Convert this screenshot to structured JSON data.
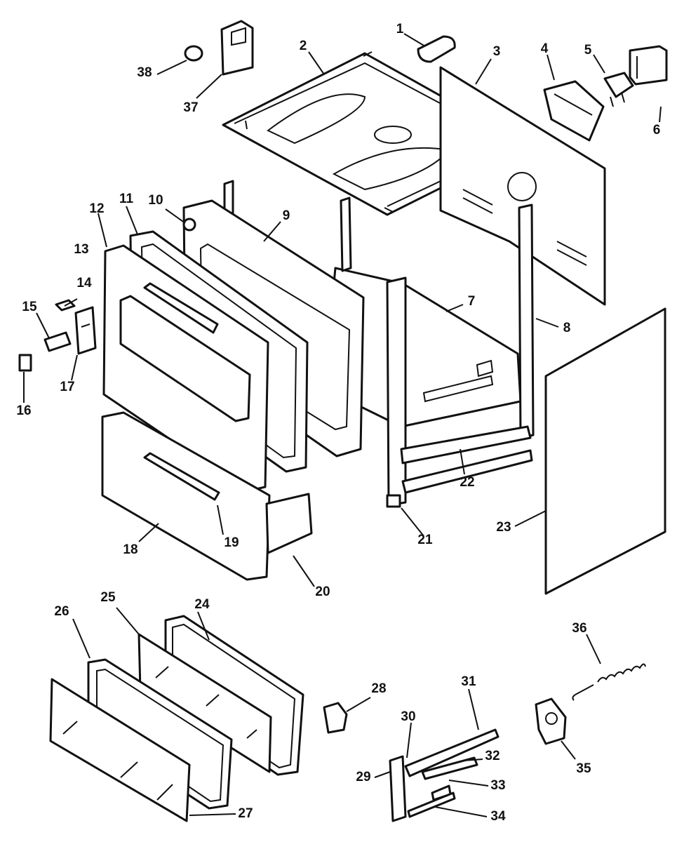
{
  "callouts": [
    {
      "id": 1,
      "label": "1"
    },
    {
      "id": 2,
      "label": "2"
    },
    {
      "id": 3,
      "label": "3"
    },
    {
      "id": 4,
      "label": "4"
    },
    {
      "id": 5,
      "label": "5"
    },
    {
      "id": 6,
      "label": "6"
    },
    {
      "id": 7,
      "label": "7"
    },
    {
      "id": 8,
      "label": "8"
    },
    {
      "id": 9,
      "label": "9"
    },
    {
      "id": 10,
      "label": "10"
    },
    {
      "id": 11,
      "label": "11"
    },
    {
      "id": 12,
      "label": "12"
    },
    {
      "id": 13,
      "label": "13"
    },
    {
      "id": 14,
      "label": "14"
    },
    {
      "id": 15,
      "label": "15"
    },
    {
      "id": 16,
      "label": "16"
    },
    {
      "id": 17,
      "label": "17"
    },
    {
      "id": 18,
      "label": "18"
    },
    {
      "id": 19,
      "label": "19"
    },
    {
      "id": 20,
      "label": "20"
    },
    {
      "id": 21,
      "label": "21"
    },
    {
      "id": 22,
      "label": "22"
    },
    {
      "id": 23,
      "label": "23"
    },
    {
      "id": 24,
      "label": "24"
    },
    {
      "id": 25,
      "label": "25"
    },
    {
      "id": 26,
      "label": "26"
    },
    {
      "id": 27,
      "label": "27"
    },
    {
      "id": 28,
      "label": "28"
    },
    {
      "id": 29,
      "label": "29"
    },
    {
      "id": 30,
      "label": "30"
    },
    {
      "id": 31,
      "label": "31"
    },
    {
      "id": 32,
      "label": "32"
    },
    {
      "id": 33,
      "label": "33"
    },
    {
      "id": 34,
      "label": "34"
    },
    {
      "id": 35,
      "label": "35"
    },
    {
      "id": 36,
      "label": "36"
    },
    {
      "id": 37,
      "label": "37"
    },
    {
      "id": 38,
      "label": "38"
    }
  ]
}
